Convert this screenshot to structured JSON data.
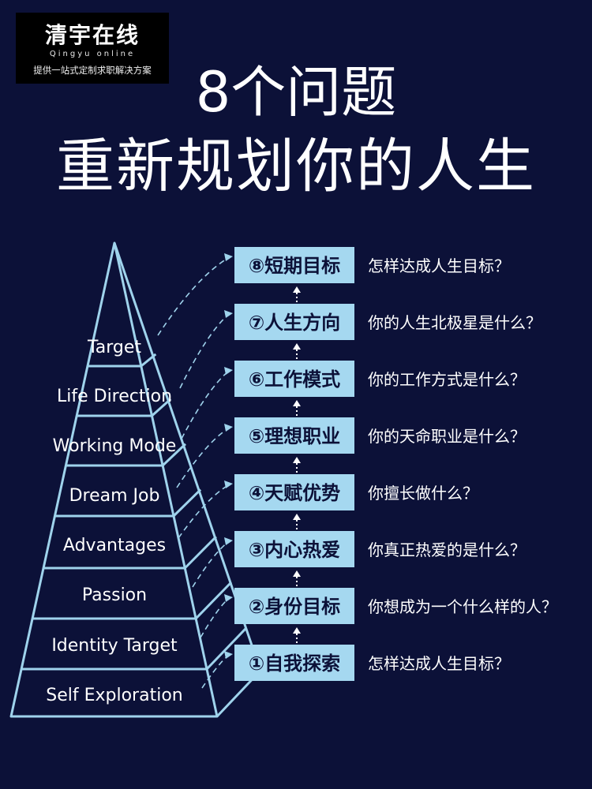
{
  "logo": {
    "name_cn": "清宇在线",
    "name_en": "Qingyu online",
    "slogan": "提供一站式定制求职解决方案"
  },
  "title": {
    "line1": "8个问题",
    "line2": "重新规划你的人生"
  },
  "colors": {
    "background": "#0c1138",
    "pyramid_stroke": "#9fd3ec",
    "box_fill": "#a5d8f0",
    "text": "#ffffff"
  },
  "pyramid_levels": [
    {
      "label": "Target"
    },
    {
      "label": "Life Direction"
    },
    {
      "label": "Working Mode"
    },
    {
      "label": "Dream Job"
    },
    {
      "label": "Advantages"
    },
    {
      "label": "Passion"
    },
    {
      "label": "Identity Target"
    },
    {
      "label": "Self Exploration"
    }
  ],
  "steps": [
    {
      "label": "⑧短期目标",
      "question": "怎样达成人生目标？"
    },
    {
      "label": "⑦人生方向",
      "question": "你的人生北极星是什么？"
    },
    {
      "label": "⑥工作模式",
      "question": "你的工作方式是什么？"
    },
    {
      "label": "⑤理想职业",
      "question": "你的天命职业是什么？"
    },
    {
      "label": "④天赋优势",
      "question": "你擅长做什么？"
    },
    {
      "label": "③内心热爱",
      "question": "你真正热爱的是什么？"
    },
    {
      "label": "②身份目标",
      "question": "你想成为一个什么样的人？"
    },
    {
      "label": "①自我探索",
      "question": "怎样达成人生目标？"
    }
  ]
}
